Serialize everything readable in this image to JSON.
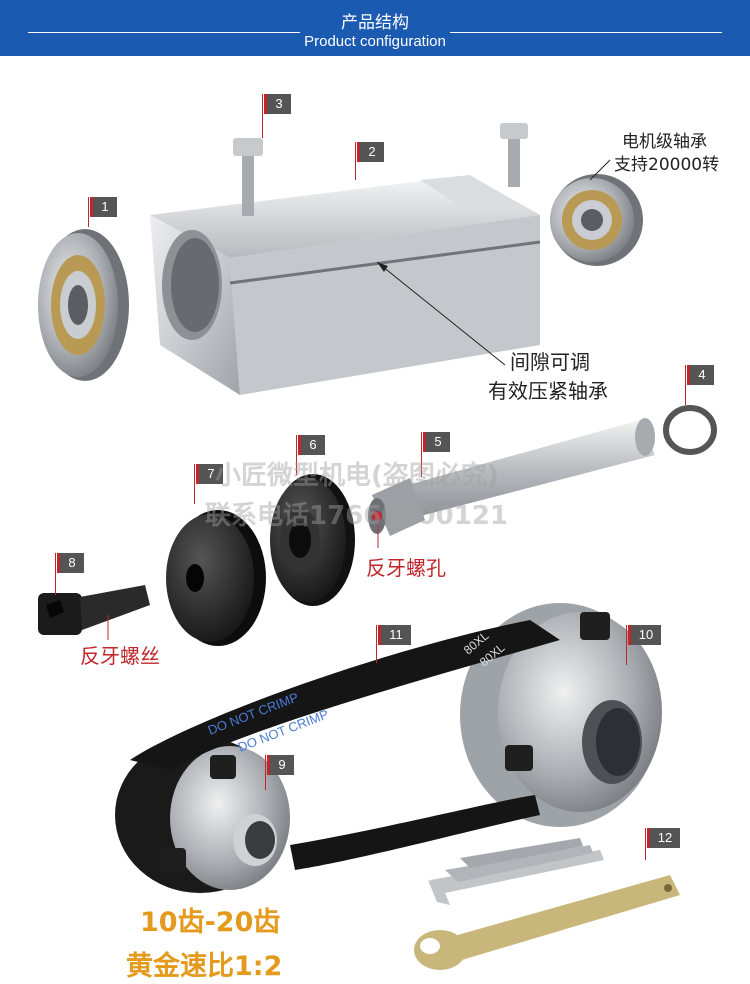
{
  "header": {
    "title_cn": "产品结构",
    "title_en": "Product configuration"
  },
  "tags": [
    "1",
    "2",
    "3",
    "4",
    "5",
    "6",
    "7",
    "8",
    "9",
    "10",
    "11",
    "12"
  ],
  "notes": {
    "motor_bearing_1": "电机级轴承",
    "motor_bearing_2": "支持20000转",
    "gap_1": "间隙可调",
    "gap_2": "有效压紧轴承",
    "reverse_hole": "反牙螺孔",
    "reverse_screw": "反牙螺丝",
    "teeth": "10齿-20齿",
    "ratio": "黄金速比1:2"
  },
  "belt": {
    "text1": "DO NOT CRIMP",
    "text2": "DO NOT CRIMP",
    "size1": "80XL",
    "size2": "80XL"
  },
  "watermark": {
    "line1": "小匠微型机电(盗图必究)",
    "line2": "联系电话17660500121"
  },
  "colors": {
    "header": "#1a5ab1",
    "tag": "#555555",
    "accent_red": "#c0272d",
    "accent_gold": "#e39a1d"
  }
}
